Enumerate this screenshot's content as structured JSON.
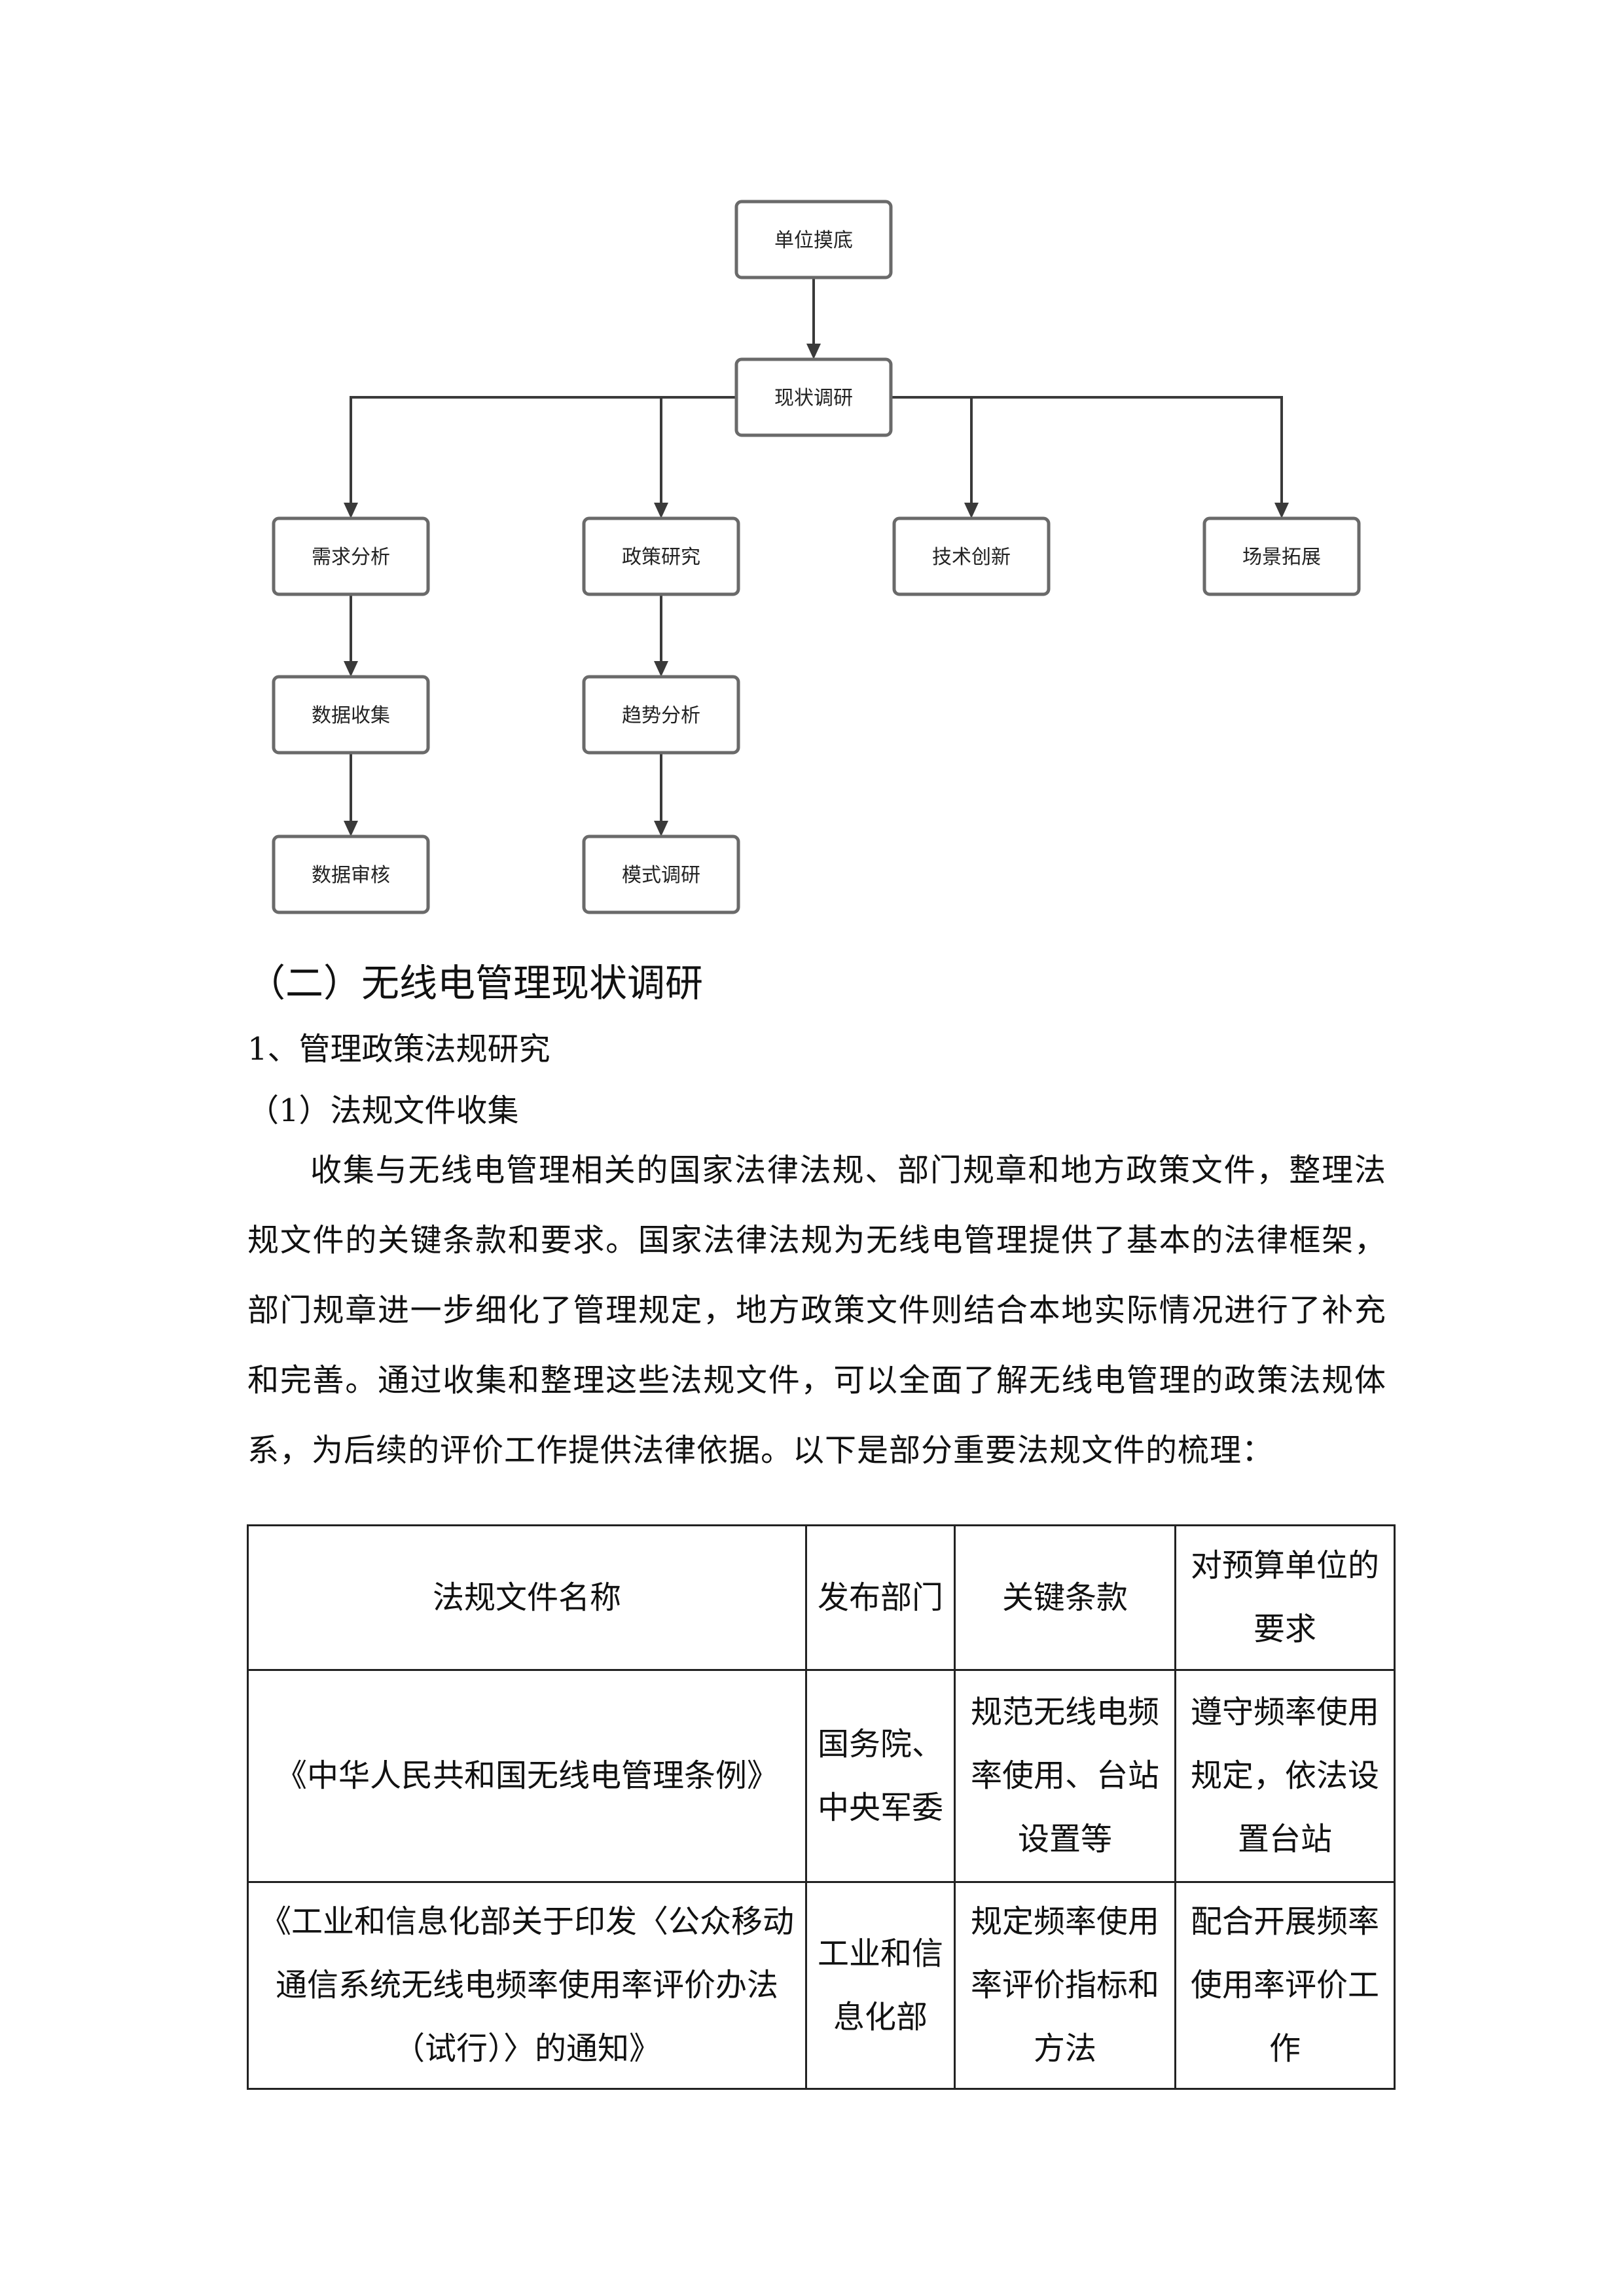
{
  "flowchart": {
    "nodes": [
      {
        "id": "unit",
        "label": "单位摸底"
      },
      {
        "id": "survey",
        "label": "现状调研"
      },
      {
        "id": "demand",
        "label": "需求分析"
      },
      {
        "id": "policy",
        "label": "政策研究"
      },
      {
        "id": "tech",
        "label": "技术创新"
      },
      {
        "id": "scene",
        "label": "场景拓展"
      },
      {
        "id": "collect",
        "label": "数据收集"
      },
      {
        "id": "trend",
        "label": "趋势分析"
      },
      {
        "id": "audit",
        "label": "数据审核"
      },
      {
        "id": "mode",
        "label": "模式调研"
      }
    ],
    "edges": [
      [
        "unit",
        "survey"
      ],
      [
        "survey",
        "demand"
      ],
      [
        "survey",
        "policy"
      ],
      [
        "survey",
        "tech"
      ],
      [
        "survey",
        "scene"
      ],
      [
        "demand",
        "collect"
      ],
      [
        "collect",
        "audit"
      ],
      [
        "policy",
        "trend"
      ],
      [
        "trend",
        "mode"
      ]
    ]
  },
  "section_heading": "（二）无线电管理现状调研",
  "subheading_1": "1、管理政策法规研究",
  "subheading_2": "（1）法规文件收集",
  "paragraph": "收集与无线电管理相关的国家法律法规、部门规章和地方政策文件，整理法规文件的关键条款和要求。国家法律法规为无线电管理提供了基本的法律框架，部门规章进一步细化了管理规定，地方政策文件则结合本地实际情况进行了补充和完善。通过收集和整理这些法规文件，可以全面了解无线电管理的政策法规体系，为后续的评价工作提供法律依据。以下是部分重要法规文件的梳理：",
  "table": {
    "headers": [
      "法规文件名称",
      "发布部门",
      "关键条款",
      "对预算单位的要求"
    ],
    "rows": [
      [
        "《中华人民共和国无线电管理条例》",
        "国务院、中央军委",
        "规范无线电频率使用、台站设置等",
        "遵守频率使用规定，依法设置台站"
      ],
      [
        "《工业和信息化部关于印发〈公众移动通信系统无线电频率使用率评价办法（试行）〉的通知》",
        "工业和信息化部",
        "规定频率使用率评价指标和方法",
        "配合开展频率使用率评价工作"
      ]
    ]
  }
}
